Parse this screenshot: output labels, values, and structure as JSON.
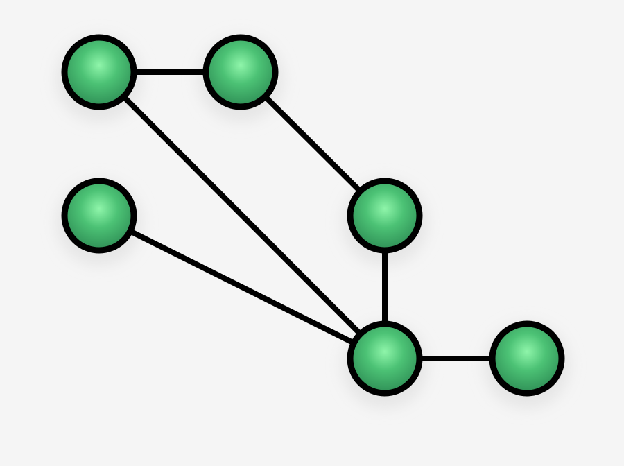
{
  "diagram": {
    "type": "network-graph",
    "node_count": 6,
    "edge_count": 6,
    "nodes": [
      {
        "id": "n1"
      },
      {
        "id": "n2"
      },
      {
        "id": "n3"
      },
      {
        "id": "n4"
      },
      {
        "id": "n5"
      },
      {
        "id": "n6"
      }
    ],
    "edges": [
      {
        "from": "n1",
        "to": "n2"
      },
      {
        "from": "n1",
        "to": "n5"
      },
      {
        "from": "n2",
        "to": "n4"
      },
      {
        "from": "n3",
        "to": "n5"
      },
      {
        "from": "n4",
        "to": "n5"
      },
      {
        "from": "n5",
        "to": "n6"
      }
    ]
  },
  "colors": {
    "background": "#f5f5f5",
    "node_fill_light": "#8ff5aa",
    "node_fill_mid": "#4cc275",
    "node_fill_dark": "#2f8f56",
    "node_stroke": "#000000",
    "edge": "#000000",
    "shadow": "#e6e6e6"
  }
}
